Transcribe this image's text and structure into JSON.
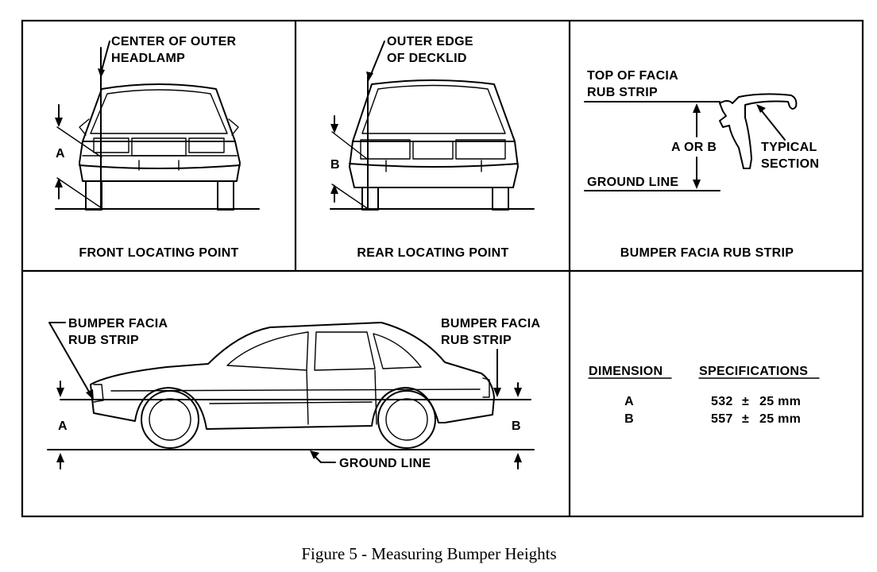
{
  "figure": {
    "caption": "Figure 5 - Measuring Bumper Heights",
    "front_panel": {
      "callout_line1": "CENTER OF OUTER",
      "callout_line2": "HEADLAMP",
      "dim_label": "A",
      "title": "FRONT LOCATING POINT"
    },
    "rear_panel": {
      "callout_line1": "OUTER EDGE",
      "callout_line2": "OF DECKLID",
      "dim_label": "B",
      "title": "REAR LOCATING POINT"
    },
    "facia_panel": {
      "top_line1": "TOP OF FACIA",
      "top_line2": "RUB STRIP",
      "dim_label": "A OR B",
      "section_line1": "TYPICAL",
      "section_line2": "SECTION",
      "ground_label": "GROUND LINE",
      "title": "BUMPER FACIA RUB STRIP"
    },
    "side_panel": {
      "left_callout_line1": "BUMPER FACIA",
      "left_callout_line2": "RUB STRIP",
      "right_callout_line1": "BUMPER FACIA",
      "right_callout_line2": "RUB STRIP",
      "dim_left": "A",
      "dim_right": "B",
      "ground_label": "GROUND LINE"
    },
    "spec_table": {
      "headers": [
        "DIMENSION",
        "SPECIFICATIONS"
      ],
      "rows": [
        {
          "dimension": "A",
          "value": "532",
          "tol": "25 mm"
        },
        {
          "dimension": "B",
          "value": "557",
          "tol": "25 mm"
        }
      ],
      "pm_symbol": "±"
    }
  }
}
